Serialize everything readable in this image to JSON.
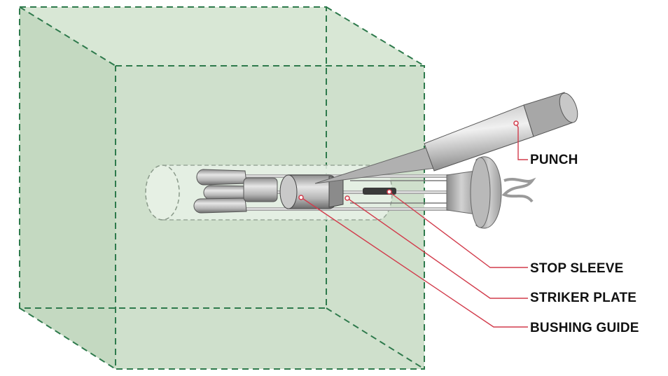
{
  "labels": {
    "punch": "PUNCH",
    "stop_sleeve": "STOP SLEEVE",
    "striker_plate": "STRIKER PLATE",
    "bushing_guide": "BUSHING GUIDE"
  },
  "colors": {
    "box_fill": "#cfe0cc",
    "box_dash": "#2e7a4c",
    "callout_line": "#d23c4c",
    "metal_light": "#d4d4d4",
    "metal_mid": "#a9a9a9",
    "metal_dark": "#5a5a5a",
    "text": "#111111"
  },
  "icons": [
    "punch-tool",
    "spring-knob",
    "bushing-guide",
    "stop-sleeve",
    "striker-plate",
    "collet-jaws"
  ]
}
